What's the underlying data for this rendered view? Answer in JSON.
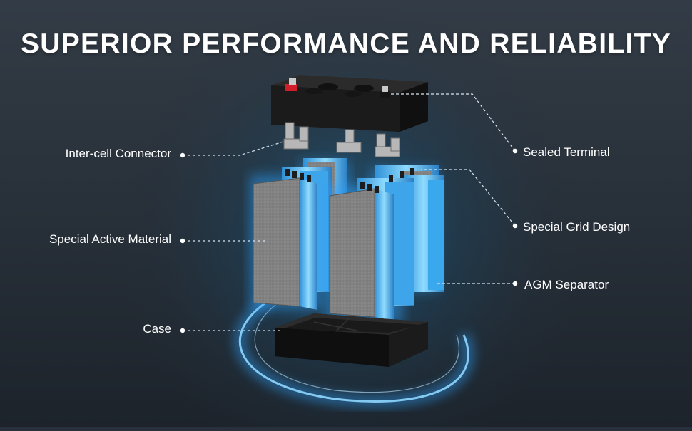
{
  "title": "SUPERIOR PERFORMANCE AND RELIABILITY",
  "labels": {
    "inter_cell_connector": "Inter-cell Connector",
    "special_active_material": "Special Active Material",
    "case": "Case",
    "sealed_terminal": "Sealed Terminal",
    "special_grid_design": "Special Grid Design",
    "agm_separator": "AGM Separator"
  },
  "colors": {
    "background": "#28313b",
    "glow": "#2ea3ff",
    "separator": "#4bb9f2",
    "plate": "#8a8a8a",
    "case": "#1e1e1e",
    "terminal_positive": "#d01e2a"
  }
}
